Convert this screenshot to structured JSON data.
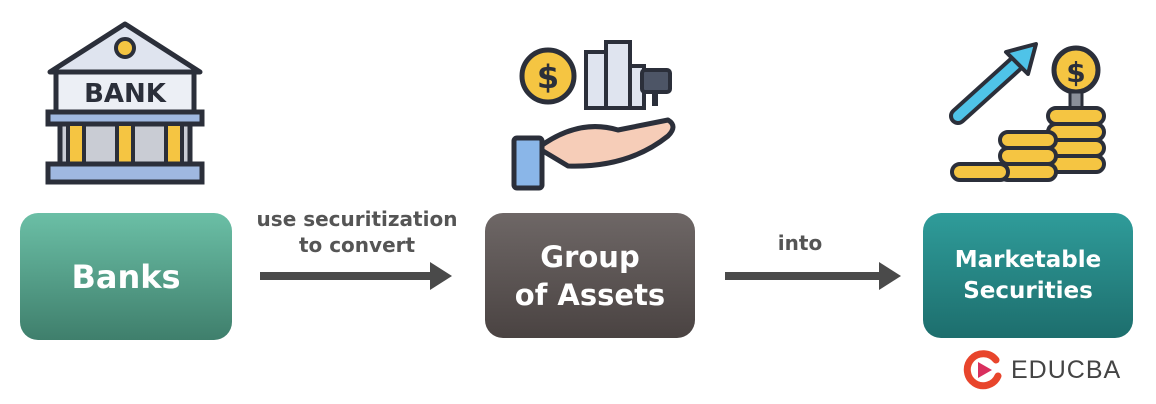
{
  "steps": [
    {
      "label_lines": [
        "Banks"
      ],
      "icon": "bank-icon",
      "color_top": "#6bbfa6",
      "color_bottom": "#3f7f6c"
    },
    {
      "label_lines": [
        "Group",
        "of Assets"
      ],
      "icon": "hand-holding-assets-icon",
      "color_top": "#6e6766",
      "color_bottom": "#4a4342"
    },
    {
      "label_lines": [
        "Marketable",
        "Securities"
      ],
      "icon": "coins-growth-icon",
      "color_top": "#2f9c9a",
      "color_bottom": "#1d6e6d"
    }
  ],
  "connectors": [
    {
      "label_lines": [
        "use securitization",
        "to convert"
      ]
    },
    {
      "label_lines": [
        "into"
      ]
    }
  ],
  "icon_text": {
    "bank_sign": "BANK",
    "dollar": "$"
  },
  "brand": {
    "name": "EDUCBA",
    "color": "#e8452c"
  }
}
